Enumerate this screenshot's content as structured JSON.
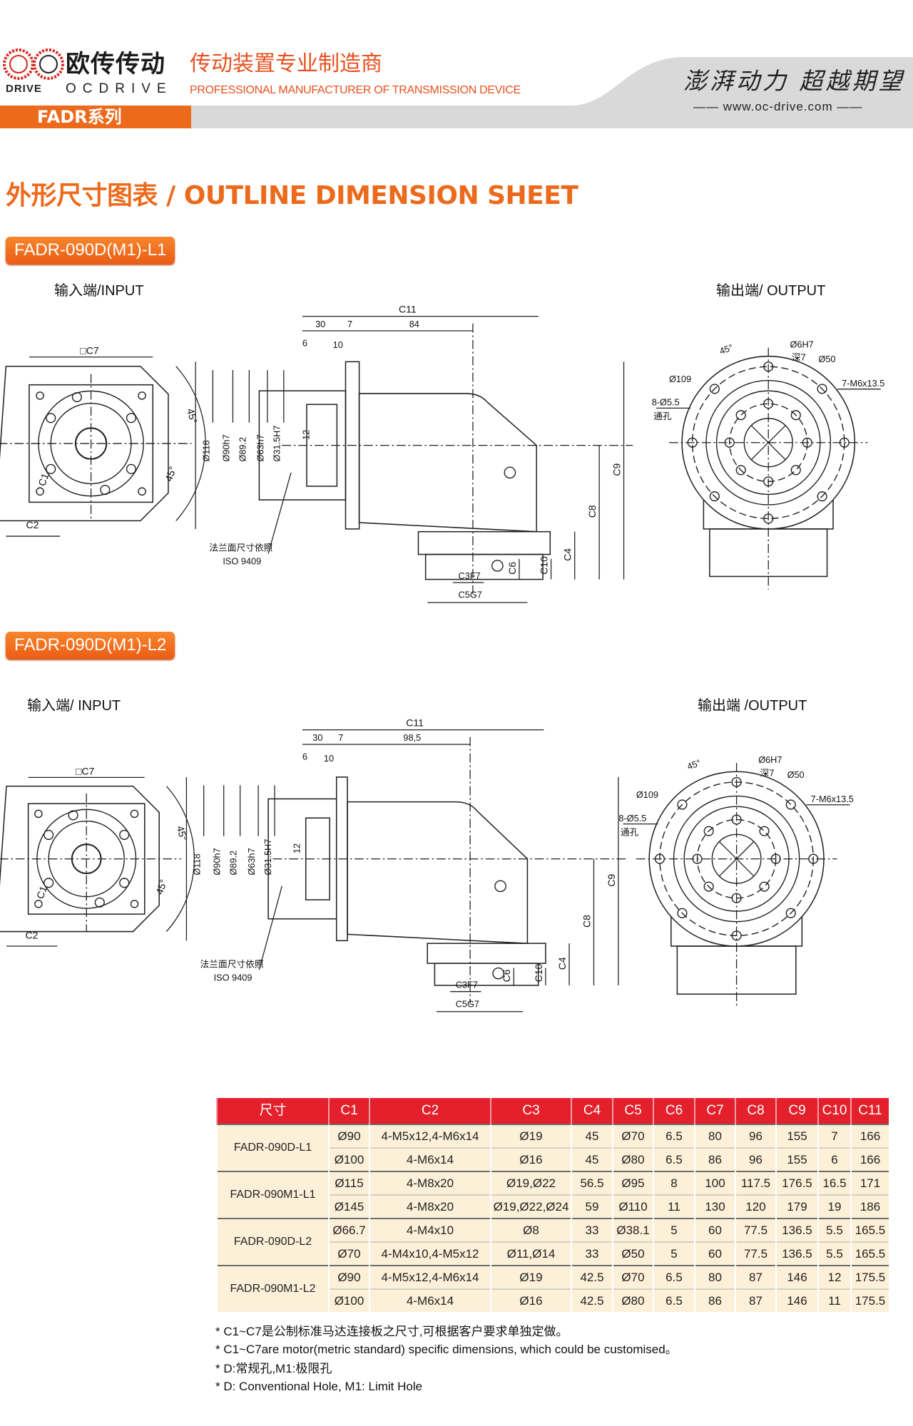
{
  "header": {
    "logo_letters": "OC",
    "brand_cn": "欧传传动",
    "brand_en_small": "DRIVE",
    "brand_en": "OCDRIVE",
    "slogan_cn": "传动装置专业制造商",
    "slogan_en": "PROFESSIONAL MANUFACTURER OF TRANSMISSION DEVICE",
    "motto": "澎湃动力 超越期望",
    "url": "—— www.oc-drive.com ——",
    "series": "FADR系列"
  },
  "colors": {
    "accent": "#ec6a1c",
    "table_header": "#e3202b",
    "table_body": "#fdf0d8",
    "gray_band": "#d9d9d9"
  },
  "page_title": "外形尺寸图表 / OUTLINE DIMENSION SHEET",
  "sections": [
    {
      "badge": "FADR-090D(M1)-L1",
      "input_label": "输入端/INPUT",
      "output_label": "输出端/ OUTPUT",
      "input_view": {
        "c7": "□C7",
        "c1": "C1",
        "c2": "C2",
        "angle1": "45°",
        "angle2": "45°"
      },
      "side_view": {
        "c11": "C11",
        "d30": "30",
        "d7": "7",
        "d_len": "84",
        "d6": "6",
        "d10": "10",
        "dia118": "Ø118",
        "dia90": "Ø90h7",
        "dia89": "Ø89.2",
        "dia63": "Ø63h7",
        "dia31": "Ø31.5H7",
        "d12": "12",
        "c9": "C9",
        "c8": "C8",
        "c4": "C4",
        "c10": "C10",
        "c6": "C6",
        "c3": "C3F7",
        "c5": "C5G7",
        "note_cn": "法兰面尺寸依照",
        "note_iso": "ISO 9409"
      },
      "output_view": {
        "angle": "45°",
        "pin": "Ø6H7",
        "depth": "深7",
        "dia50": "Ø50",
        "dia109": "Ø109",
        "thread": "7-M6x13.5",
        "holes": "8-Ø5.5",
        "through": "通孔"
      }
    },
    {
      "badge": "FADR-090D(M1)-L2",
      "input_label": "输入端/ INPUT",
      "output_label": "输出端 /OUTPUT",
      "input_view": {
        "c7": "□C7",
        "c1": "C1",
        "c2": "C2",
        "angle1": "45°",
        "angle2": "45°"
      },
      "side_view": {
        "c11": "C11",
        "d30": "30",
        "d7": "7",
        "d_len": "98,5",
        "d6": "6",
        "d10": "10",
        "dia118": "Ø118",
        "dia90": "Ø90h7",
        "dia89": "Ø89.2",
        "dia63": "Ø63h7",
        "dia31": "Ø31.5H7",
        "d12": "12",
        "c9": "C9",
        "c8": "C8",
        "c4": "C4",
        "c10": "C10",
        "c6": "C6",
        "c3": "C3F7",
        "c5": "C5G7",
        "note_cn": "法兰面尺寸依照",
        "note_iso": "ISO 9409"
      },
      "output_view": {
        "angle": "45°",
        "pin": "Ø6H7",
        "depth": "深7",
        "dia50": "Ø50",
        "dia109": "Ø109",
        "thread": "7-M6x13.5",
        "holes": "8-Ø5.5",
        "through": "通孔"
      }
    }
  ],
  "table": {
    "headers": [
      "尺寸",
      "C1",
      "C2",
      "C3",
      "C4",
      "C5",
      "C6",
      "C7",
      "C8",
      "C9",
      "C10",
      "C11"
    ],
    "groups": [
      {
        "model": "FADR-090D-L1",
        "rows": [
          [
            "Ø90",
            "4-M5x12,4-M6x14",
            "Ø19",
            "45",
            "Ø70",
            "6.5",
            "80",
            "96",
            "155",
            "7",
            "166"
          ],
          [
            "Ø100",
            "4-M6x14",
            "Ø16",
            "45",
            "Ø80",
            "6.5",
            "86",
            "96",
            "155",
            "6",
            "166"
          ]
        ]
      },
      {
        "model": "FADR-090M1-L1",
        "rows": [
          [
            "Ø115",
            "4-M8x20",
            "Ø19,Ø22",
            "56.5",
            "Ø95",
            "8",
            "100",
            "117.5",
            "176.5",
            "16.5",
            "171"
          ],
          [
            "Ø145",
            "4-M8x20",
            "Ø19,Ø22,Ø24",
            "59",
            "Ø110",
            "11",
            "130",
            "120",
            "179",
            "19",
            "186"
          ]
        ]
      },
      {
        "model": "FADR-090D-L2",
        "rows": [
          [
            "Ø66.7",
            "4-M4x10",
            "Ø8",
            "33",
            "Ø38.1",
            "5",
            "60",
            "77.5",
            "136.5",
            "5.5",
            "165.5"
          ],
          [
            "Ø70",
            "4-M4x10,4-M5x12",
            "Ø11,Ø14",
            "33",
            "Ø50",
            "5",
            "60",
            "77.5",
            "136.5",
            "5.5",
            "165.5"
          ]
        ]
      },
      {
        "model": "FADR-090M1-L2",
        "rows": [
          [
            "Ø90",
            "4-M5x12,4-M6x14",
            "Ø19",
            "42.5",
            "Ø70",
            "6.5",
            "80",
            "87",
            "146",
            "12",
            "175.5"
          ],
          [
            "Ø100",
            "4-M6x14",
            "Ø16",
            "42.5",
            "Ø80",
            "6.5",
            "86",
            "87",
            "146",
            "11",
            "175.5"
          ]
        ]
      }
    ]
  },
  "notes": [
    "* C1~C7是公制标准马达连接板之尺寸,可根据客户要求单独定做。",
    "* C1~C7are motor(metric standard)  specific dimensions, which could be customised。",
    "* D:常规孔,M1:极限孔",
    "* D: Conventional Hole, M1: Limit Hole"
  ]
}
